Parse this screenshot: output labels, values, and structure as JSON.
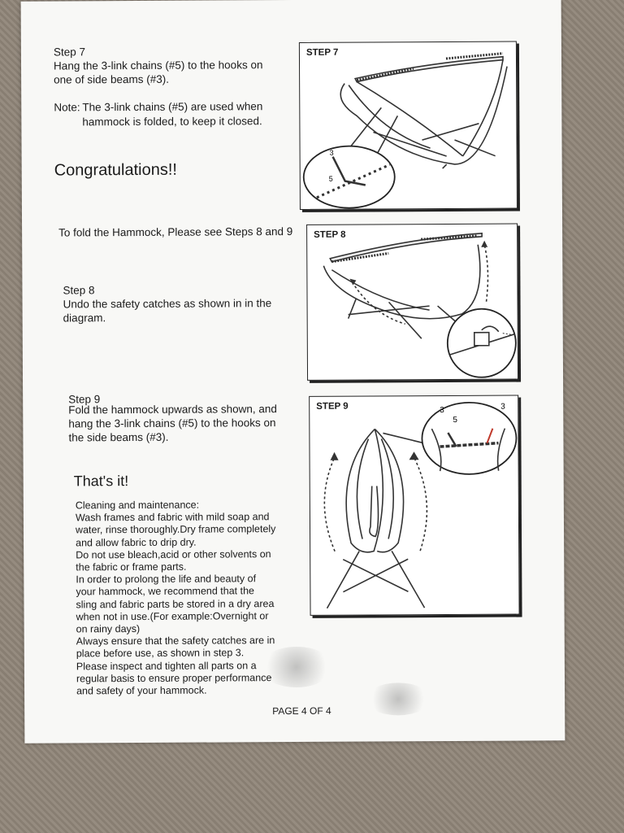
{
  "step7": {
    "heading": "Step 7",
    "line1": "Hang the 3-link chains (#5) to the hooks on",
    "line2": "one of side beams (#3).",
    "note_label": "Note:",
    "note_line1": "The 3-link chains (#5) are used when",
    "note_line2": "hammock is folded, to keep it closed.",
    "panel_label": "STEP 7"
  },
  "congrats": "Congratulations!!",
  "fold_intro": "To fold the Hammock, Please see Steps 8 and 9",
  "step8": {
    "heading": "Step 8",
    "line1": "Undo the safety catches as shown in in the",
    "line2": "diagram.",
    "panel_label": "STEP 8"
  },
  "step9": {
    "heading": "Step 9",
    "line1": "Fold the hammock upwards as shown, and",
    "line2": "hang the 3-link chains (#5) to the hooks on",
    "line3": "the side beams (#3).",
    "panel_label": "STEP 9"
  },
  "thats_it": "That's it!",
  "maintenance": {
    "lines": [
      "Cleaning and maintenance:",
      "Wash frames and fabric with mild soap and",
      "water, rinse thoroughly.Dry frame completely",
      "and allow fabric to drip dry.",
      "Do not use bleach,acid or other solvents on",
      "the fabric or frame parts.",
      "In order to prolong the life and beauty of",
      "your hammock, we recommend that the",
      "sling and fabric parts be stored in a dry area",
      "when not in use.(For example:Overnight or",
      "on rainy days)",
      "Always ensure that the safety catches are in",
      "place before use, as shown in step 3.",
      "Please inspect and tighten all parts on a",
      "regular basis to ensure proper performance",
      "and safety of your hammock."
    ]
  },
  "diagram_callouts": {
    "part3": "3",
    "part5": "5"
  },
  "page_number": "PAGE 4 OF 4"
}
